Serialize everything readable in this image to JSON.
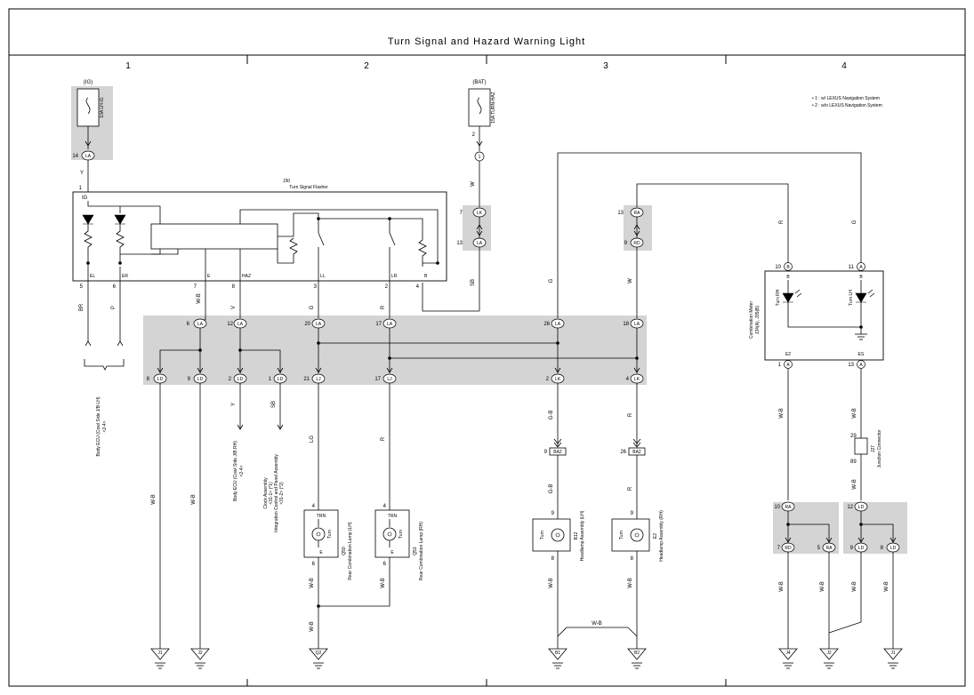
{
  "diagram": {
    "title": "Turn Signal and Hazard Warning Light",
    "columns": [
      "1",
      "2",
      "3",
      "4"
    ],
    "notes": [
      "• 1 : w/ LEXUS Navigation System",
      "• 2 : w/o LEXUS Navigation System"
    ],
    "fuses": [
      {
        "source": "(IG)",
        "name": "10A LH-IG",
        "pin": "14",
        "conn": "LA",
        "wire": "Y"
      },
      {
        "source": "(BAT)",
        "name": "15A TURN-HAZ",
        "pin": "2",
        "conn": "1",
        "wire": "W"
      }
    ],
    "flasher": {
      "id": "J30",
      "name": "Turn Signal Flasher",
      "top_terminal": "IG",
      "top_pin": "1",
      "terminals": [
        {
          "pin": "5",
          "name": "EL",
          "wire": "BR"
        },
        {
          "pin": "6",
          "name": "ER",
          "wire": "P"
        },
        {
          "pin": "7",
          "name": "E",
          "wire": "W-B"
        },
        {
          "pin": "8",
          "name": "HAZ",
          "wire": "V"
        },
        {
          "pin": "3",
          "name": "LL",
          "wire": "G"
        },
        {
          "pin": "2",
          "name": "LR",
          "wire": "R"
        },
        {
          "pin": "4",
          "name": "B",
          "wire": "SB"
        }
      ]
    },
    "connectors_top": [
      {
        "pin": "6",
        "conn": "LA"
      },
      {
        "pin": "12",
        "conn": "LA"
      },
      {
        "pin": "20",
        "conn": "LA"
      },
      {
        "pin": "17",
        "conn": "LA"
      },
      {
        "pin": "26",
        "conn": "LA"
      },
      {
        "pin": "18",
        "conn": "LA"
      }
    ],
    "connectors_bottom": [
      {
        "pin": "8",
        "conn": "LD"
      },
      {
        "pin": "9",
        "conn": "LD"
      },
      {
        "pin": "2",
        "conn": "LD"
      },
      {
        "pin": "1",
        "conn": "LD"
      },
      {
        "pin": "21",
        "conn": "LJ"
      },
      {
        "pin": "17",
        "conn": "LJ"
      },
      {
        "pin": "2",
        "conn": "LK"
      },
      {
        "pin": "4",
        "conn": "LK"
      }
    ],
    "lk_pair": {
      "top_pin": "7",
      "top_conn": "LK",
      "bottom_pin": "13",
      "bottom_conn": "LA"
    },
    "ra_pair": {
      "top_pin": "13",
      "top_conn": "RA",
      "bottom_pin": "9",
      "bottom_conn": "RD"
    },
    "wires": {
      "w_bat": "W",
      "sb": "SB",
      "g_top": "G",
      "w_mid": "W",
      "r_top": "R",
      "g_right": "G",
      "y": "Y",
      "sb2": "SB",
      "lg": "LG",
      "r1": "R",
      "wb1": "W-B",
      "wb2": "W-B",
      "gb": "G-B",
      "r2": "R",
      "gb2": "G-B",
      "r3": "R",
      "wb_q": "W-B",
      "wb_q2": "W-B",
      "wb_q3": "W-B",
      "wb_b12": "W-B",
      "wb_e2": "W-B",
      "wb_link": "W-B",
      "wb_meter1": "W-B",
      "wb_meter2": "W-B",
      "wb_j27": "W-B",
      "wb_j4": "W-B",
      "wb_j2a": "W-B",
      "wb_j2b": "W-B",
      "wb_j1": "W-B"
    },
    "labels": {
      "body_ecu_lh": "Body ECU (Cowl Side J/B LH)",
      "body_ecu_lh_ref": "<2-4>",
      "body_ecu_rh": "Body ECU (Cowl Side J/B RH)",
      "body_ecu_rh_ref": "<2-4>",
      "clock_line1": "Clock Assembly",
      "clock_line2": "<31-1> (*1)",
      "clock_line3": "Integration Control and Panel Assembly",
      "clock_line4": "<31-2> (*2)"
    },
    "rear_lamps": [
      {
        "id": "Q50",
        "name": "Rear Combination Lamp (LH)",
        "term": "TRN",
        "ground": "E",
        "lamp": "Turn",
        "top_pin": "4",
        "bot_pin": "6"
      },
      {
        "id": "Q51",
        "name": "Rear Combination Lamp (RH)",
        "term": "TRN",
        "ground": "E",
        "lamp": "Turn",
        "top_pin": "4",
        "bot_pin": "6"
      }
    ],
    "headlamps": [
      {
        "id": "B12",
        "name": "Headlamp Assembly (LH)",
        "lamp": "Turn",
        "top_pin": "9",
        "bot_pin": "8",
        "conn_pin": "9",
        "conn": "BA2"
      },
      {
        "id": "E2",
        "name": "Headlamp Assembly (RH)",
        "lamp": "Turn",
        "top_pin": "9",
        "bot_pin": "8",
        "conn_pin": "26",
        "conn": "BA2"
      }
    ],
    "meter": {
      "id": "J34(A), J35(B)",
      "name": "Combination Meter",
      "left_term": "B",
      "right_term": "B",
      "left_lamp": "Turn RH",
      "right_lamp": "Turn LH",
      "left_top_pin": "10",
      "left_top_conn": "B",
      "right_top_pin": "11",
      "right_top_conn": "A",
      "left_bot_term": "E2",
      "right_bot_term": "ES",
      "left_bot_pin": "1",
      "left_bot_conn": "A",
      "right_bot_pin": "13",
      "right_bot_conn": "A"
    },
    "junction": {
      "id": "J27",
      "name": "Junction Connector",
      "top_pin": "29",
      "bot_pin": "89"
    },
    "right_conns": [
      {
        "pin": "10",
        "conn": "RA"
      },
      {
        "pin": "7",
        "conn": "RD"
      },
      {
        "pin": "5",
        "conn": "RA"
      },
      {
        "pin": "12",
        "conn": "LD"
      },
      {
        "pin": "9",
        "conn": "LD"
      },
      {
        "pin": "8",
        "conn": "LD"
      }
    ],
    "grounds": [
      "J1",
      "J2",
      "Q2",
      "B1",
      "B2",
      "J4",
      "J2",
      "J1"
    ]
  }
}
